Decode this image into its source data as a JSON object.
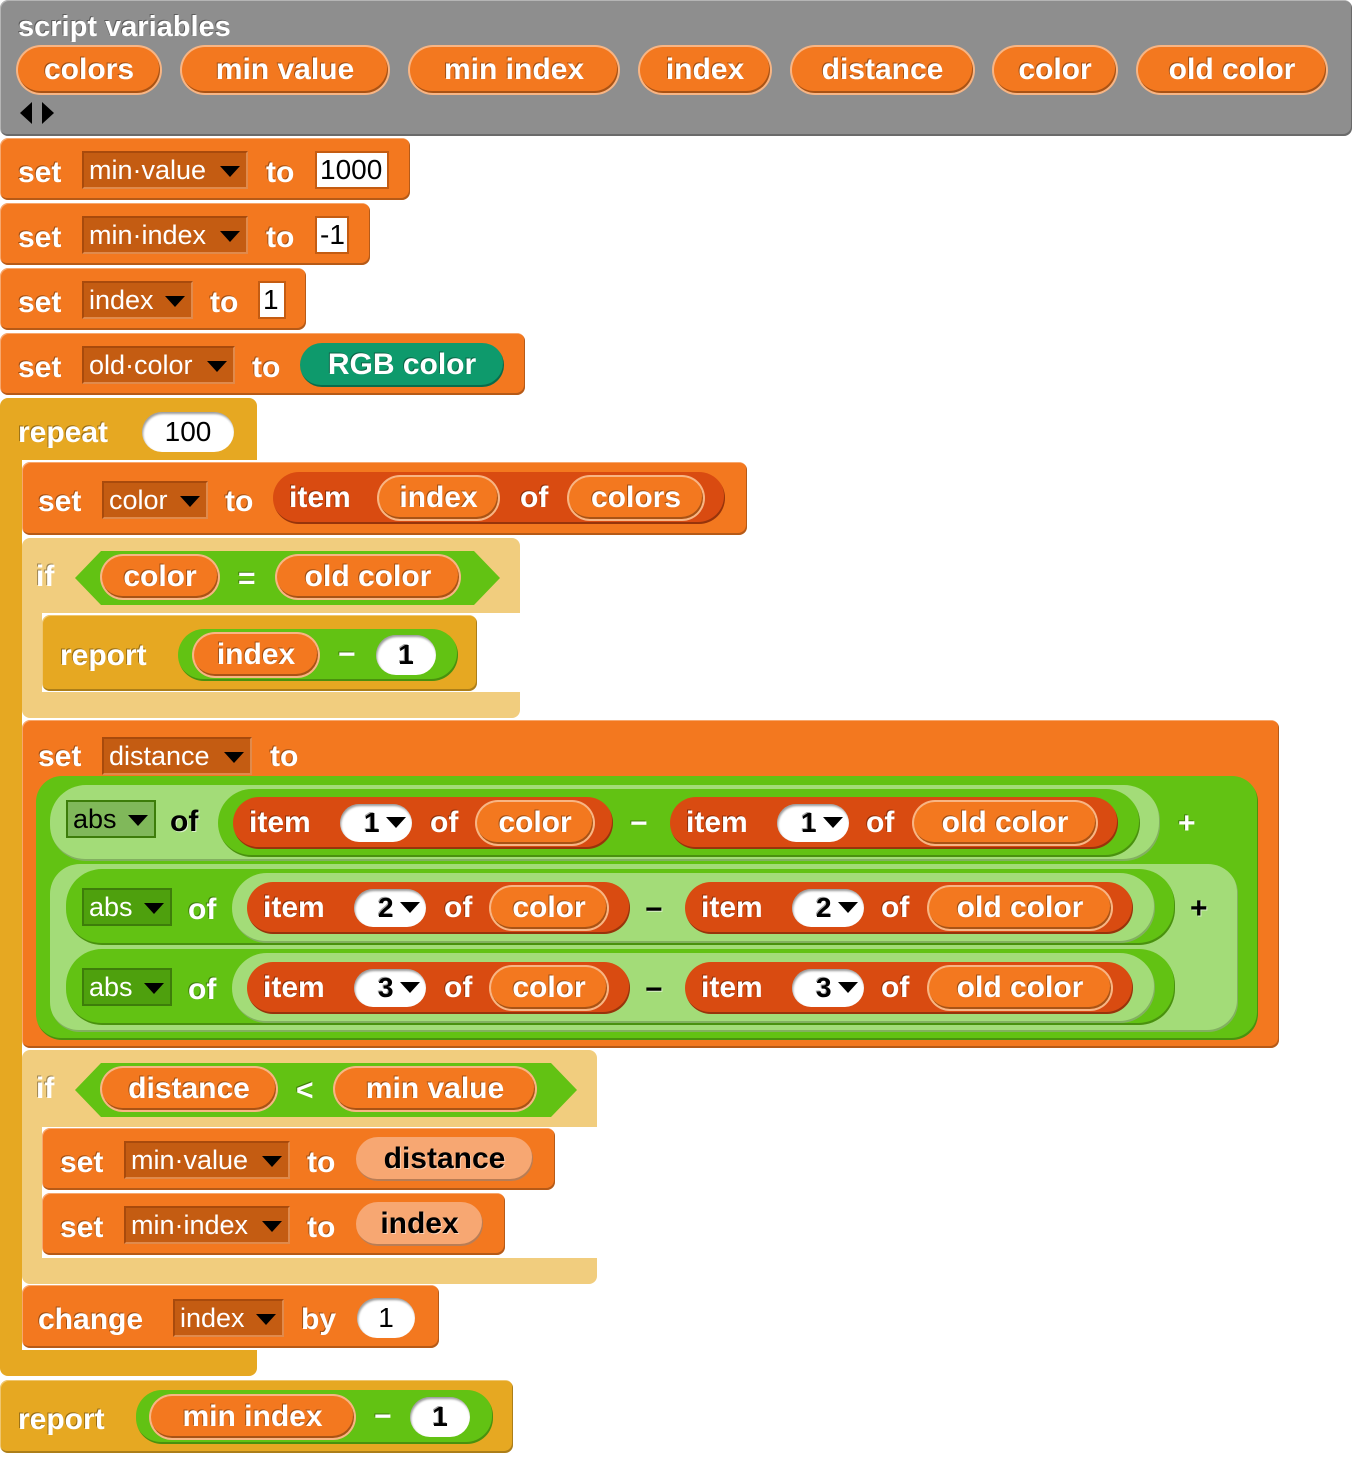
{
  "script_variables": {
    "label": "script variables",
    "vars": [
      "colors",
      "min value",
      "min index",
      "index",
      "distance",
      "color",
      "old color"
    ]
  },
  "k": {
    "set": "set",
    "to": "to",
    "repeat": "repeat",
    "if": "if",
    "report": "report",
    "item": "item",
    "of": "of",
    "change": "change",
    "by": "by",
    "eq": "=",
    "lt": "<",
    "minus": "−",
    "plus": "+",
    "abs": "abs"
  },
  "set_min_value": {
    "var": "min·value",
    "value": "1000"
  },
  "set_min_index": {
    "var": "min·index",
    "value": "-1"
  },
  "set_index": {
    "var": "index",
    "value": "1"
  },
  "set_old_color": {
    "var": "old·color",
    "value": "RGB color"
  },
  "repeat": {
    "count": "100"
  },
  "set_color": {
    "var": "color",
    "index": "index",
    "list": "colors"
  },
  "if1": {
    "left": "color",
    "right": "old color",
    "report_var": "index",
    "report_num": "1"
  },
  "set_distance": {
    "var": "distance",
    "rows": [
      {
        "n": "1",
        "a": "color",
        "b": "old color"
      },
      {
        "n": "2",
        "a": "color",
        "b": "old color"
      },
      {
        "n": "3",
        "a": "color",
        "b": "old color"
      }
    ]
  },
  "if2": {
    "left": "distance",
    "right": "min value",
    "set1_var": "min·value",
    "set1_val": "distance",
    "set2_var": "min·index",
    "set2_val": "index"
  },
  "change": {
    "var": "index",
    "value": "1"
  },
  "final_report": {
    "var": "min index",
    "num": "1"
  },
  "colors": {
    "variables": "#f3781f",
    "list": "#d94b11",
    "operators": "#62c213",
    "control": "#e6a822",
    "other": "#8e8e8e",
    "rgb": "#0e9a6c"
  }
}
